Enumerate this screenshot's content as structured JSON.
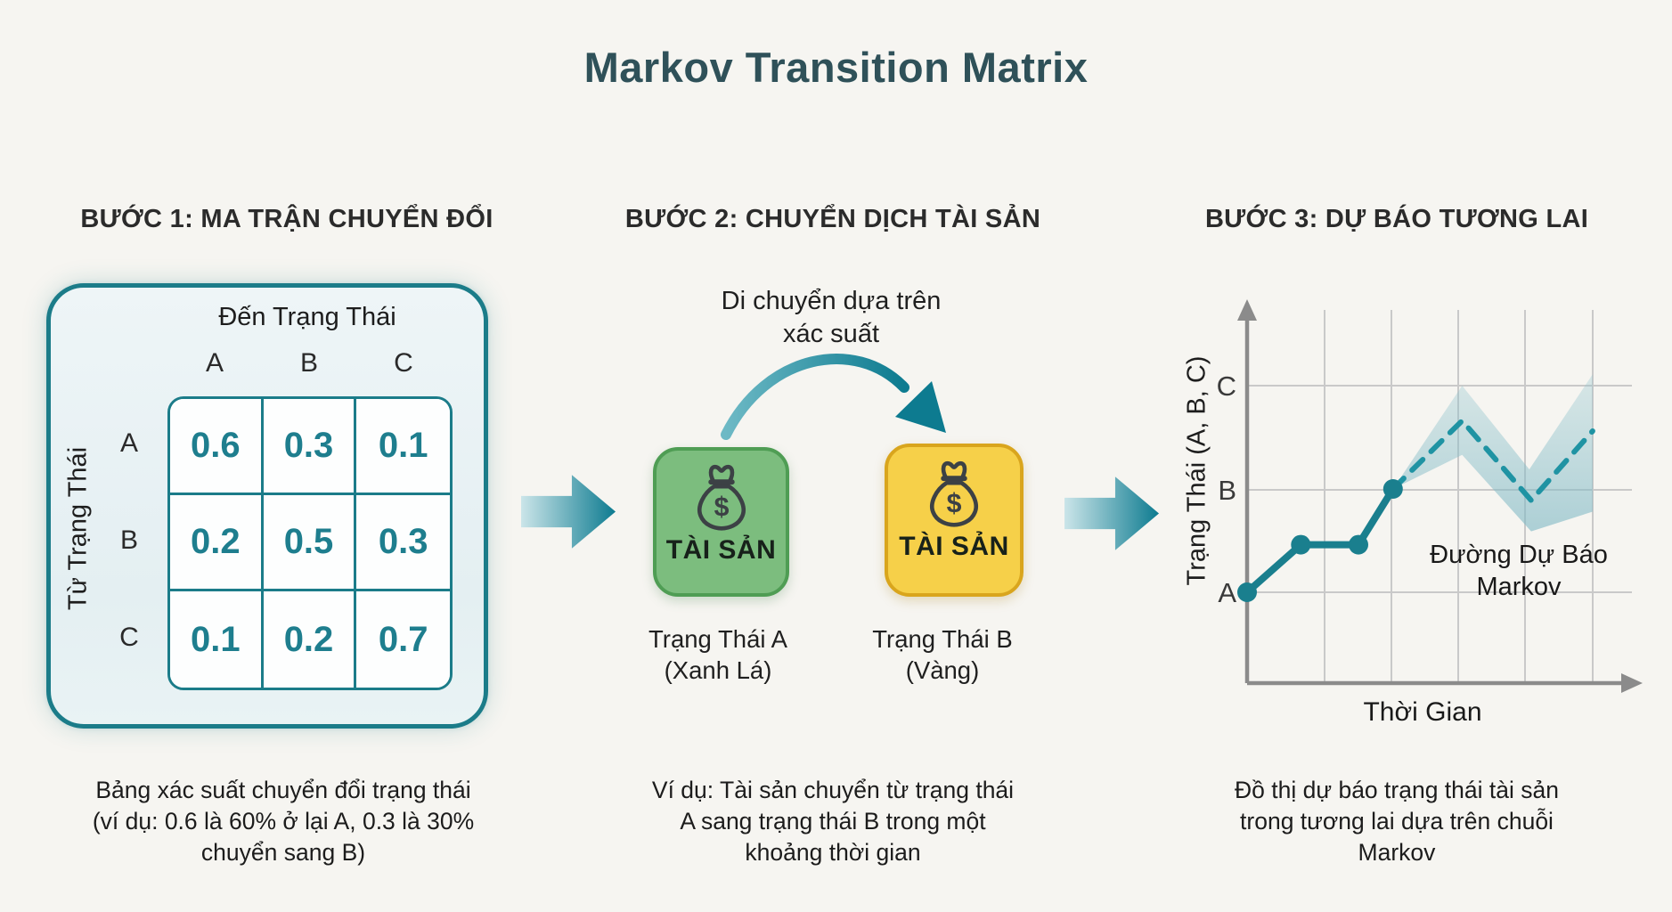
{
  "title": "Markov Transition Matrix",
  "steps": [
    {
      "heading": "BƯỚC 1: MA TRẬN CHUYỂN ĐỔI"
    },
    {
      "heading": "BƯỚC 2: CHUYỂN DỊCH TÀI SẢN"
    },
    {
      "heading": "BƯỚC 3: DỰ BÁO TƯƠNG LAI"
    }
  ],
  "matrix": {
    "col_axis_label": "Đến Trạng Thái",
    "row_axis_label": "Từ Trạng Thái",
    "col_headers": [
      "A",
      "B",
      "C"
    ],
    "rows": [
      {
        "label": "A",
        "values": [
          "0.6",
          "0.3",
          "0.1"
        ]
      },
      {
        "label": "B",
        "values": [
          "0.2",
          "0.5",
          "0.3"
        ]
      },
      {
        "label": "C",
        "values": [
          "0.1",
          "0.2",
          "0.7"
        ]
      }
    ],
    "caption_lines": [
      "Bảng xác suất chuyển đổi trạng thái",
      "(ví dụ: 0.6 là 60% ở lại A, 0.3 là 30%",
      "chuyển sang B)"
    ]
  },
  "transfer": {
    "note_lines": [
      "Di chuyển dựa trên",
      "xác suất"
    ],
    "green_box": {
      "label": "TÀI SẢN",
      "state": "Trạng Thái A",
      "state_sub": "(Xanh Lá)"
    },
    "yellow_box": {
      "label": "TÀI SẢN",
      "state": "Trạng Thái B",
      "state_sub": "(Vàng)"
    },
    "caption_lines": [
      "Ví dụ: Tài sản chuyển từ trạng thái",
      "A sang trạng thái B trong một",
      "khoảng thời gian"
    ]
  },
  "forecast": {
    "y_axis_label": "Trạng Thái (A, B, C)",
    "x_axis_label": "Thời Gian",
    "y_ticks": [
      "C",
      "B",
      "A"
    ],
    "annotation_lines": [
      "Đường Dự Báo",
      "Markov"
    ],
    "caption_lines": [
      "Đồ thị dự báo trạng thái tài sản",
      "trong tương lai dựa trên chuỗi",
      "Markov"
    ]
  },
  "colors": {
    "accent_teal": "#1b7c89",
    "teal_dark": "#0e7d92",
    "matrix_value_teal": "#1e7e8e",
    "panel_bg": "#e9f2f4",
    "green_fill": "#7cbd7e",
    "green_border": "#4f9d54",
    "yellow_fill": "#f6d049",
    "yellow_border": "#d9a51d",
    "title_color": "#2f5159",
    "band_fill": "#8fc3cd",
    "background": "#f6f5f1"
  },
  "chart_data": {
    "type": "line",
    "xlabel": "Thời Gian",
    "ylabel": "Trạng Thái (A, B, C)",
    "y_categories": [
      "A",
      "B",
      "C"
    ],
    "x_range": [
      0,
      1
    ],
    "y_range": [
      0,
      2
    ],
    "grid": true,
    "y_unit": "state-index (A=0, B=1, C=2)",
    "x_unit": "fraction of time axis",
    "series": [
      {
        "name": "history",
        "style": "solid-with-dots",
        "points": [
          [
            0,
            0
          ],
          [
            0.14,
            0.46
          ],
          [
            0.29,
            0.46
          ],
          [
            0.38,
            1.0
          ]
        ]
      },
      {
        "name": "forecast",
        "style": "dashed",
        "points": [
          [
            0.38,
            1.0
          ],
          [
            0.56,
            1.66
          ],
          [
            0.74,
            0.89
          ],
          [
            0.9,
            1.56
          ]
        ]
      }
    ],
    "uncertainty_band": {
      "upper": [
        [
          0.38,
          1.0
        ],
        [
          0.56,
          2.0
        ],
        [
          0.735,
          1.19
        ],
        [
          0.9,
          2.11
        ]
      ],
      "lower": [
        [
          0.38,
          1.0
        ],
        [
          0.56,
          1.33
        ],
        [
          0.74,
          0.59
        ],
        [
          0.9,
          0.78
        ]
      ]
    },
    "annotation": "Đường Dự Báo Markov"
  }
}
